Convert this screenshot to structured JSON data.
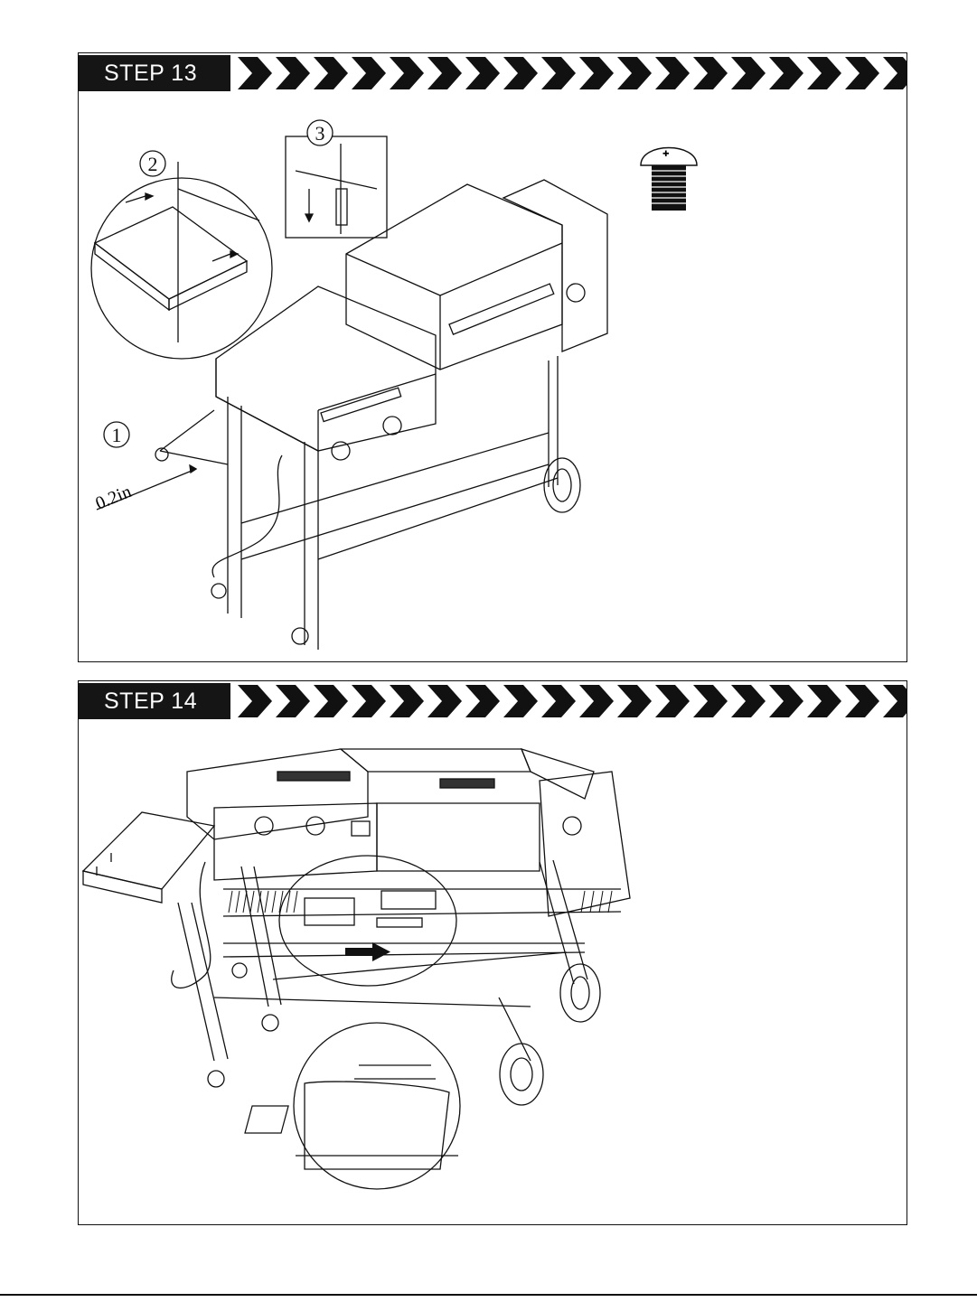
{
  "steps": [
    {
      "label": "STEP 13",
      "callouts": [
        "1",
        "2",
        "3"
      ],
      "measurement": "0.2in",
      "hardware_icon": "screw-icon"
    },
    {
      "label": "STEP 14",
      "hardware_icon": "arrow-right-icon"
    }
  ],
  "colors": {
    "header_bg": "#151515",
    "header_text": "#ffffff",
    "line": "#111111"
  }
}
